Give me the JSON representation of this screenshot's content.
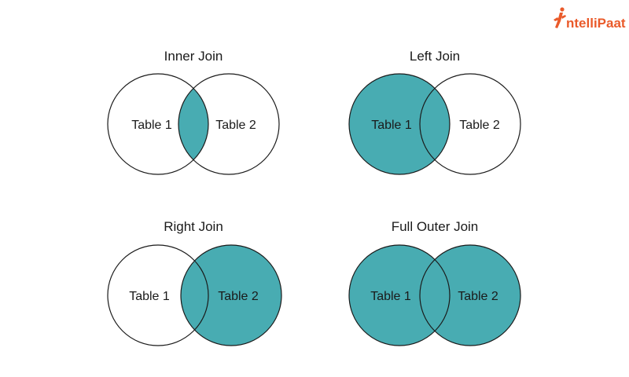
{
  "logo": {
    "text": "ntelliPaat",
    "icon": "running-figure-icon",
    "color": "#ea5a2a"
  },
  "colors": {
    "fill": "#48acb2",
    "stroke": "#1a1a1a",
    "background": "#ffffff"
  },
  "diagrams": [
    {
      "title": "Inner Join",
      "left_label": "Table 1",
      "right_label": "Table 2",
      "shade": "intersection"
    },
    {
      "title": "Left Join",
      "left_label": "Table 1",
      "right_label": "Table 2",
      "shade": "left"
    },
    {
      "title": "Right Join",
      "left_label": "Table 1",
      "right_label": "Table 2",
      "shade": "right"
    },
    {
      "title": "Full Outer Join",
      "left_label": "Table 1",
      "right_label": "Table 2",
      "shade": "both"
    }
  ]
}
